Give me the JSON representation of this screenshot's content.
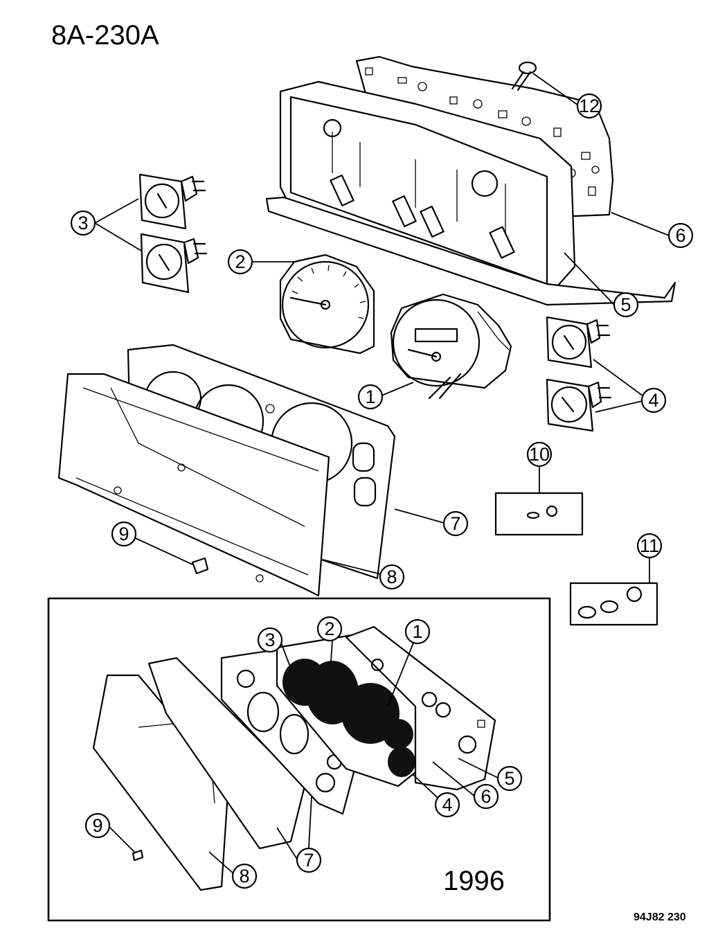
{
  "header": {
    "figure_id": "8A-230A"
  },
  "footer": {
    "drawing_code": "94J82 230"
  },
  "inset": {
    "year_label": "1996"
  },
  "callouts_main": [
    {
      "num": "1"
    },
    {
      "num": "2"
    },
    {
      "num": "3"
    },
    {
      "num": "4"
    },
    {
      "num": "5"
    },
    {
      "num": "6"
    },
    {
      "num": "7"
    },
    {
      "num": "8"
    },
    {
      "num": "9"
    },
    {
      "num": "10"
    },
    {
      "num": "11"
    },
    {
      "num": "12"
    }
  ],
  "callouts_inset": [
    {
      "num": "1"
    },
    {
      "num": "2"
    },
    {
      "num": "3"
    },
    {
      "num": "4"
    },
    {
      "num": "5"
    },
    {
      "num": "6"
    },
    {
      "num": "7"
    },
    {
      "num": "8"
    },
    {
      "num": "9"
    }
  ]
}
